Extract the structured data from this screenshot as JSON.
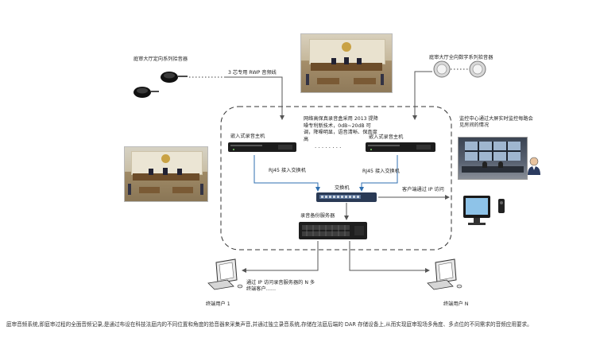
{
  "labels": {
    "directional_mics": "庭审大厅定向系列拾音器",
    "digital_mics": "庭审大厅全向数字系列拾音器",
    "rwp_cable": "3 芯专用 RWP 音频线",
    "feature_note": "网络高保真录音盒采用 2013 提降噪专利新技术，0dB~20dB 可调，降噪明显，语音清晰、保真度高",
    "recorder_left": "嵌入式录音主机",
    "recorder_right": "嵌入式录音主机",
    "ellipsis": "· · · · · · · ·",
    "rj45_left": "RJ45 接入交换机",
    "rj45_right": "RJ45 接入交换机",
    "switch": "交换机",
    "client_access": "客户端通过 IP 访问",
    "backup_server": "录音备份服务器",
    "monitor_center": "监控中心通过大屏实时监控每路会见房间的情况",
    "ip_access_note": "通过 IP 访问录音服务器的 N 多终端客户……",
    "terminal_1": "终端用户 1",
    "terminal_n": "终端用户 N"
  },
  "caption": "庭审音频系统,即庭审过程的全面音频记录,是通过布设在科技法庭内的不同位置和角度的拾音器来采集声音,并通过独立录音系统,存储在法庭后端的 DAR 存储设备上,从而实现庭审现场多角度、多点位的不同需求的音频应用要求。",
  "colors": {
    "dashed_border": "#333333",
    "line": "#555555",
    "arrow_blue": "#2f6fb0",
    "device_dark": "#1c1c1c",
    "switch_blue": "#2a3a55"
  },
  "icons": {
    "directional_mic": "ceiling-mic-icon",
    "digital_mic": "round-mic-icon",
    "recorder": "rack-recorder-icon",
    "switch": "network-switch-icon",
    "server": "rack-server-icon",
    "computer": "desktop-computer-icon",
    "monitor_wall": "video-wall-icon",
    "person": "person-icon"
  }
}
